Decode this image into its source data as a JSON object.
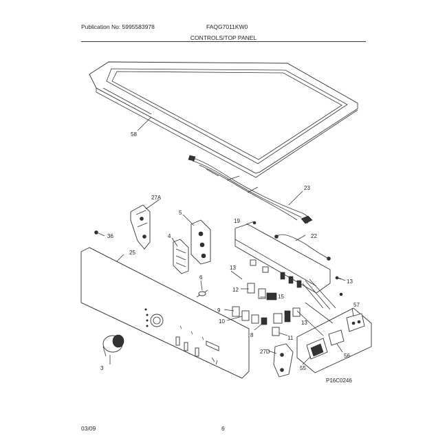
{
  "header": {
    "publication": "Publication No: 5995583978",
    "model": "FAQG7011KW0",
    "section_title": "CONTROLS/TOP PANEL"
  },
  "footer": {
    "date": "03/09",
    "page": "6"
  },
  "diagram": {
    "figure_code": "P16C0246",
    "callouts": [
      "58",
      "23",
      "27A",
      "5",
      "4",
      "36",
      "19",
      "22",
      "25",
      "6",
      "13",
      "12",
      "15",
      "13",
      "9",
      "10",
      "8",
      "11",
      "57",
      "27D",
      "3",
      "55",
      "56",
      "13"
    ]
  }
}
